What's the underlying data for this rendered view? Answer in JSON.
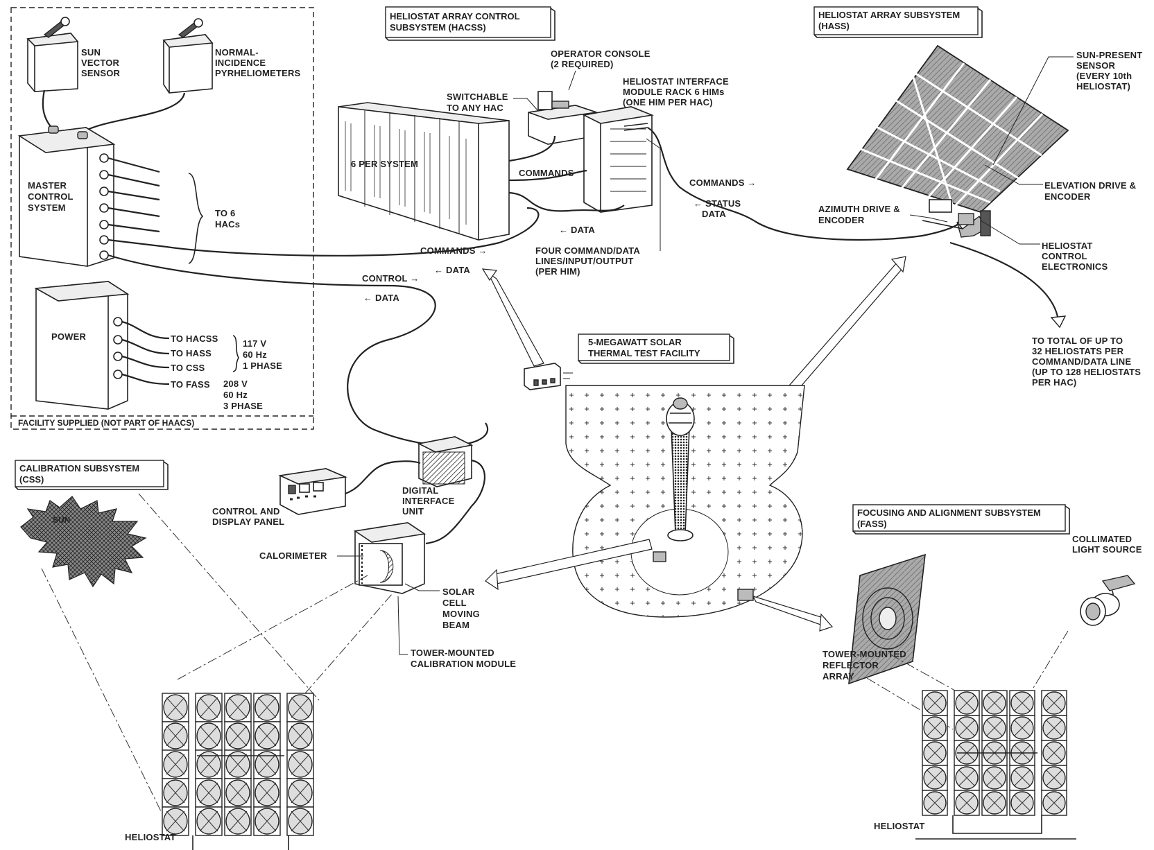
{
  "subsystems": {
    "hacss_title": [
      "HELIOSTAT ARRAY CONTROL",
      "SUBSYSTEM (HACSS)"
    ],
    "hass_title": [
      "HELIOSTAT ARRAY SUBSYSTEM",
      "(HASS)"
    ],
    "css_title": [
      "CALIBRATION SUBSYSTEM",
      "(CSS)"
    ],
    "fass_title": [
      "FOCUSING AND ALIGNMENT SUBSYSTEM",
      "(FASS)"
    ],
    "facility_title": [
      "5-MEGAWATT SOLAR",
      "THERMAL TEST FACILITY"
    ]
  },
  "facility_box": {
    "sun_vector_sensor": [
      "SUN",
      "VECTOR",
      "SENSOR"
    ],
    "pyrheliometers": [
      "NORMAL-",
      "INCIDENCE",
      "PYRHELIOMETERS"
    ],
    "master_control": [
      "MASTER",
      "CONTROL",
      "SYSTEM"
    ],
    "to_hacs": [
      "TO 6",
      "HACs"
    ],
    "power": "POWER",
    "power_outputs": [
      "TO HACSS",
      "TO HASS",
      "TO CSS",
      "TO  FASS"
    ],
    "power_spec_1": [
      "117 V",
      "60 Hz",
      "1 PHASE"
    ],
    "power_spec_2": [
      "208 V",
      "60 Hz",
      "3 PHASE"
    ],
    "footer": "FACILITY SUPPLIED (NOT PART OF HAACS)"
  },
  "hacss": {
    "per_system": "6 PER SYSTEM",
    "switchable": [
      "SWITCHABLE",
      "TO ANY HAC"
    ],
    "operator_console": [
      "OPERATOR CONSOLE",
      "(2 REQUIRED)"
    ],
    "him_rack": [
      "HELIOSTAT INTERFACE",
      "MODULE RACK 6 HIMs",
      "(ONE HIM PER HAC)"
    ],
    "commands_inner": "COMMANDS",
    "data_inner": "← DATA",
    "four_lines": [
      "FOUR COMMAND/DATA",
      "LINES/INPUT/OUTPUT",
      "(PER HIM)"
    ],
    "commands_out": "COMMANDS →",
    "data_out": "← DATA",
    "control_out": "CONTROL →",
    "data_out2": "← DATA"
  },
  "hass": {
    "commands": "COMMANDS →",
    "status": [
      "← STATUS",
      "DATA"
    ],
    "sun_present": [
      "SUN-PRESENT",
      "SENSOR",
      "(EVERY 10th",
      "HELIOSTAT)"
    ],
    "elevation": [
      "ELEVATION DRIVE &",
      "ENCODER"
    ],
    "azimuth": [
      "AZIMUTH DRIVE &",
      "ENCODER"
    ],
    "control_electronics": [
      "HELIOSTAT",
      "CONTROL",
      "ELECTRONICS"
    ],
    "total": [
      "TO TOTAL OF UP TO",
      "32 HELIOSTATS PER",
      "COMMAND/DATA LINE",
      "(UP TO 128 HELIOSTATS",
      "PER HAC)"
    ]
  },
  "css": {
    "sun": "SUN",
    "control_panel": [
      "CONTROL AND",
      "DISPLAY PANEL"
    ],
    "digital_interface": [
      "DIGITAL",
      "INTERFACE",
      "UNIT"
    ],
    "calorimeter": "CALORIMETER",
    "solar_cell": [
      "SOLAR",
      "CELL",
      "MOVING",
      "BEAM"
    ],
    "tower_module": [
      "TOWER-MOUNTED",
      "CALIBRATION MODULE"
    ],
    "heliostat": "HELIOSTAT"
  },
  "fass": {
    "collimated": [
      "COLLIMATED",
      "LIGHT SOURCE"
    ],
    "reflector": [
      "TOWER-MOUNTED",
      "REFLECTOR",
      "ARRAY"
    ],
    "heliostat": "HELIOSTAT"
  },
  "icons": [
    "sun-icon",
    "tower-icon",
    "heliostat-icon",
    "rack-icon",
    "console-icon",
    "sensor-icon"
  ]
}
